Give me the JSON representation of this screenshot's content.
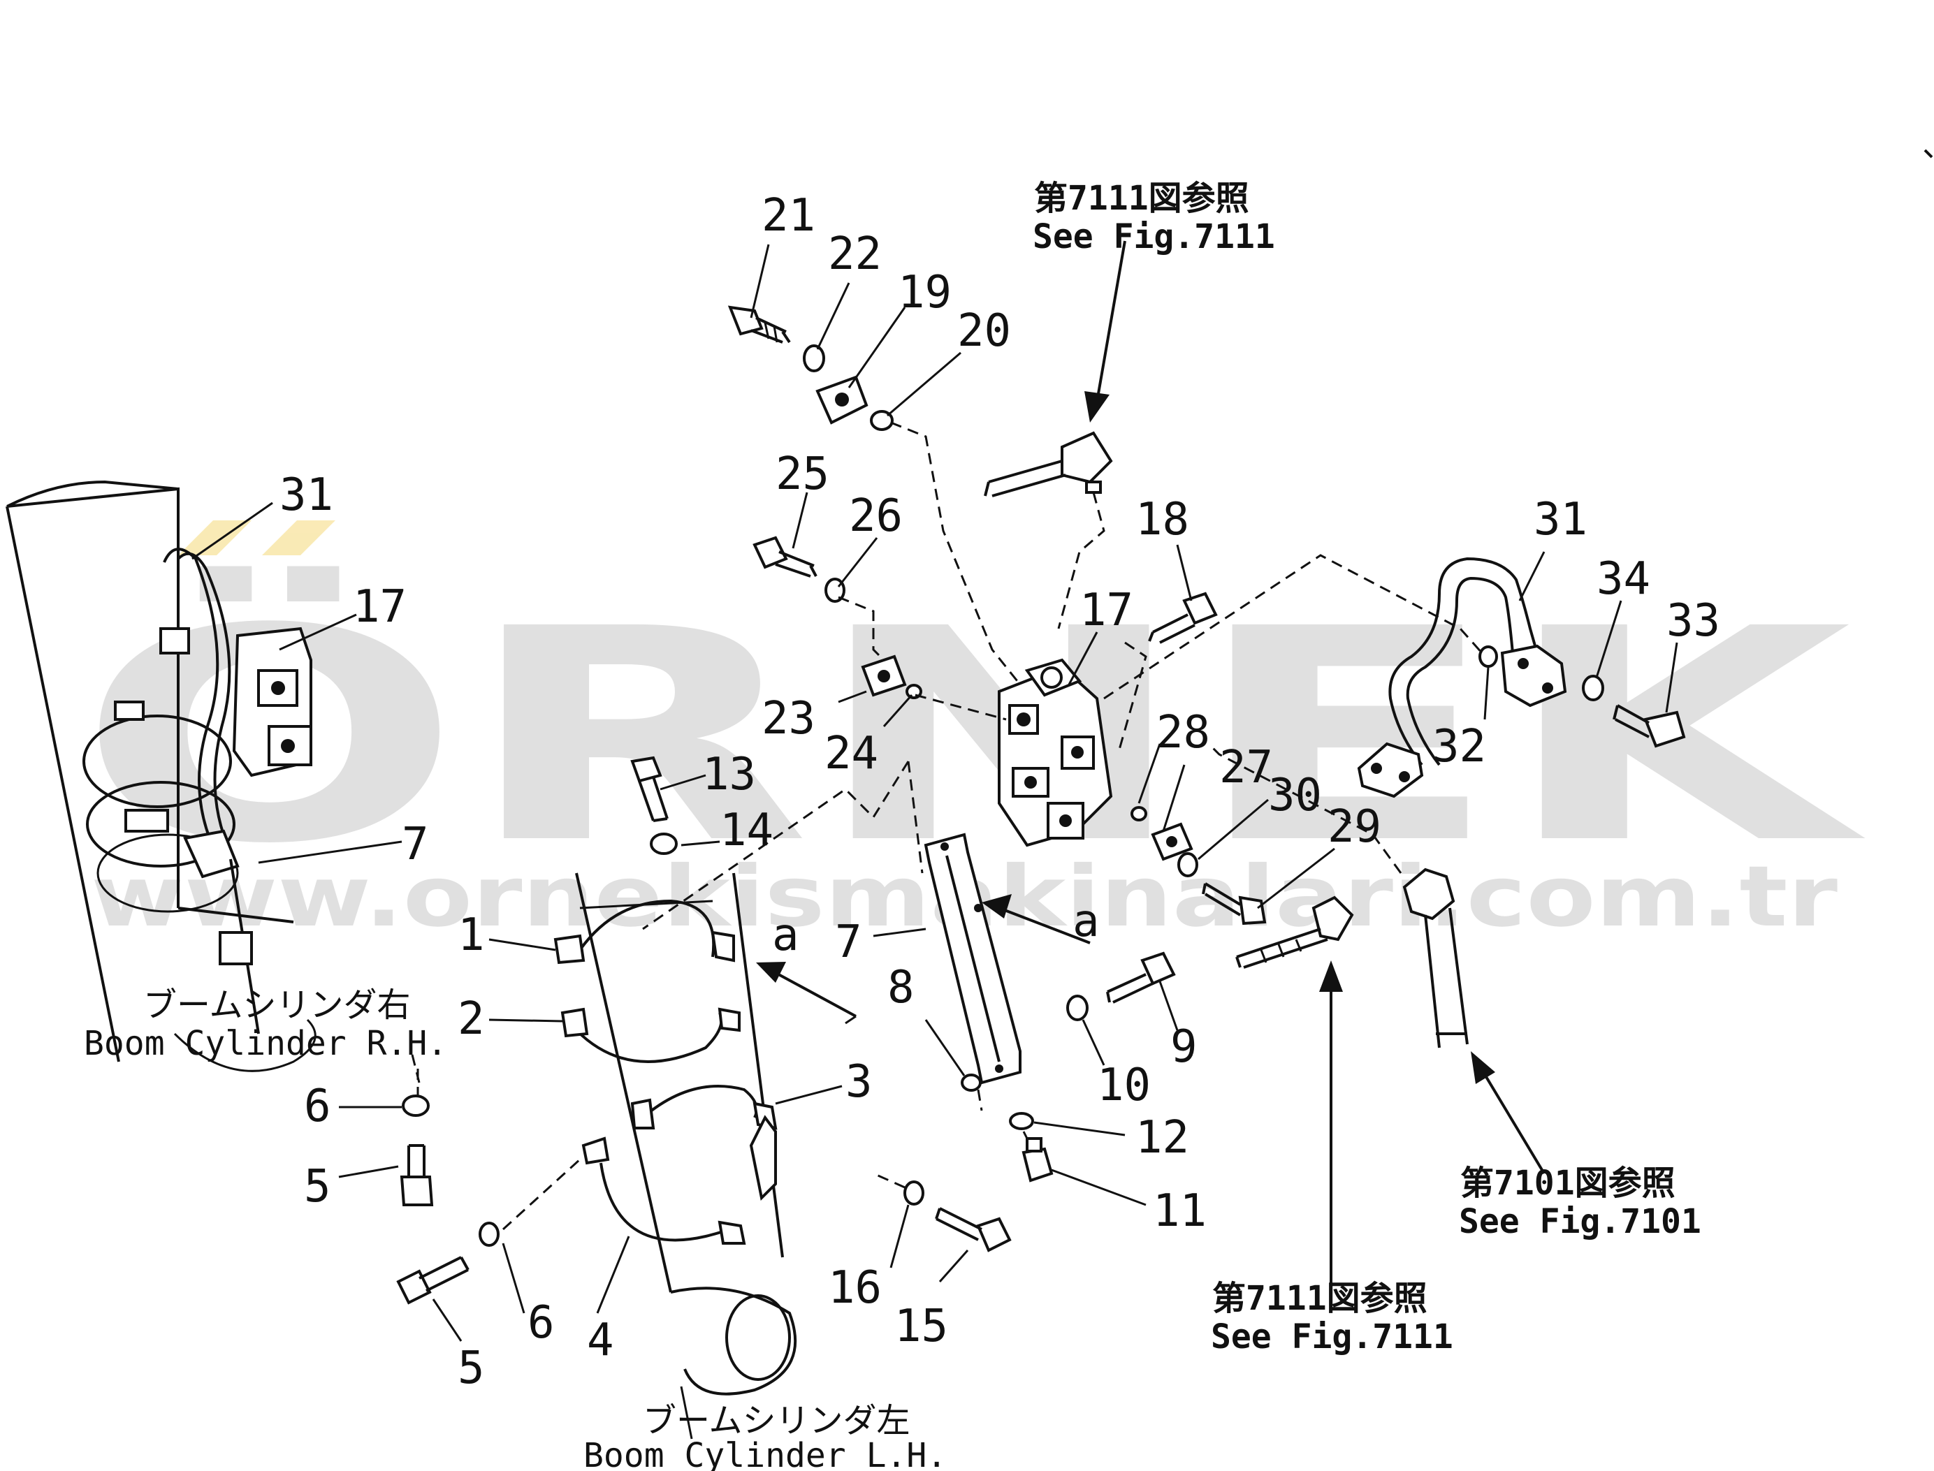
{
  "watermark": {
    "brand": "ÖRNEK",
    "url": "www.ornekismakinalari.com.tr",
    "color": "#c8c8c8",
    "accent": "#f5d97a"
  },
  "captions": {
    "boom_rh_jp": "ブームシリンダ右",
    "boom_rh_en": "Boom Cylinder R.H.",
    "boom_lh_jp": "ブームシリンダ左",
    "boom_lh_en": "Boom Cylinder L.H."
  },
  "references": {
    "top_jp": "第7111図参照",
    "top_en": "See Fig.7111",
    "bottom_jp": "第7111図参照",
    "bottom_en": "See Fig.7111",
    "right_jp": "第7101図参照",
    "right_en": "See Fig.7101"
  },
  "view_markers": {
    "left": "a",
    "right": "a"
  },
  "part_numbers": [
    "21",
    "22",
    "19",
    "20",
    "25",
    "26",
    "18",
    "17",
    "31",
    "34",
    "33",
    "32",
    "31",
    "17",
    "7",
    "23",
    "24",
    "28",
    "27",
    "30",
    "29",
    "13",
    "14",
    "1",
    "2",
    "3",
    "7",
    "8",
    "9",
    "10",
    "12",
    "11",
    "6",
    "5",
    "6",
    "5",
    "4",
    "16",
    "15"
  ]
}
